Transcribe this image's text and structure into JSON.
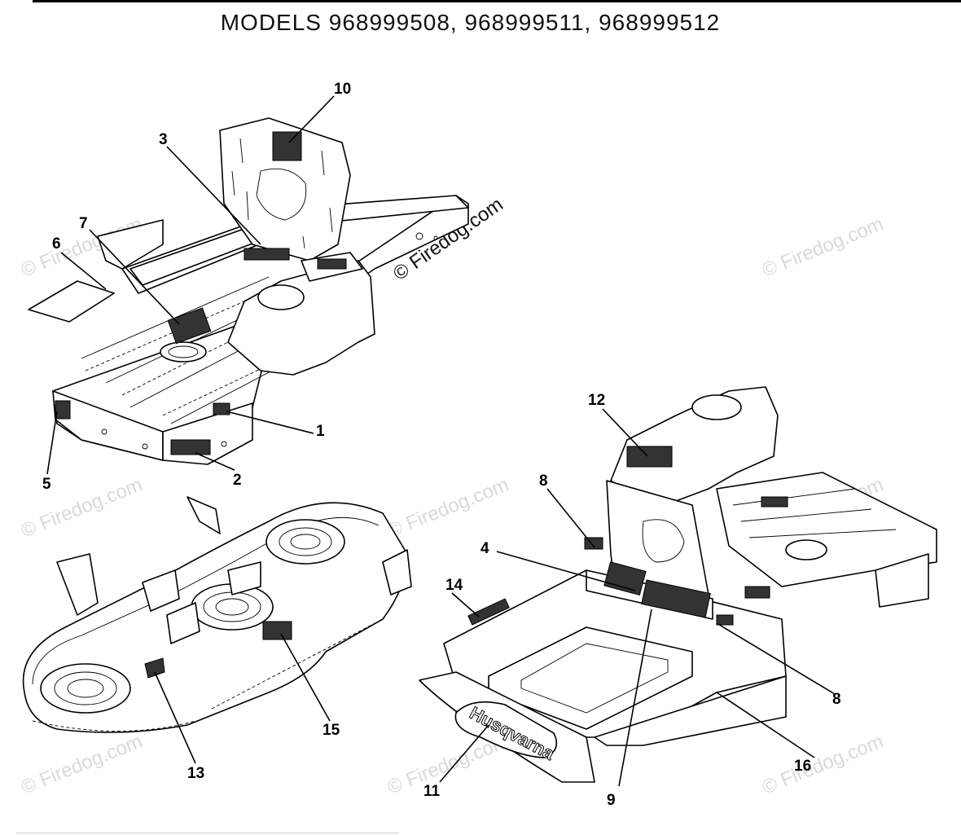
{
  "title": "MODELS 968999508, 968999511, 968999512",
  "watermark": "© Firedog.com",
  "brand_logo": "Husqvarna",
  "callouts": [
    "1",
    "2",
    "3",
    "4",
    "5",
    "6",
    "7",
    "8",
    "8",
    "9",
    "10",
    "11",
    "12",
    "13",
    "14",
    "15",
    "16"
  ]
}
